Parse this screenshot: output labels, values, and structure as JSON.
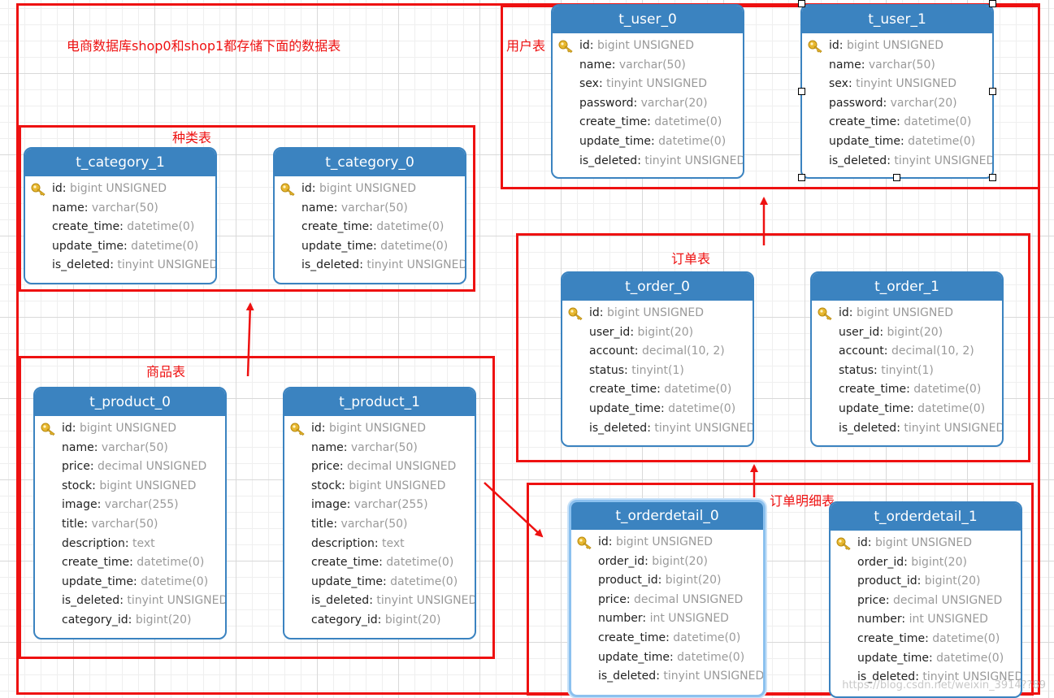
{
  "title": "电商数据库shop0和shop1都存储下面的数据表",
  "groups": {
    "user": "用户表",
    "category": "种类表",
    "order": "订单表",
    "product": "商品表",
    "orderdetail": "订单明细表"
  },
  "tables": {
    "user_0": {
      "name": "t_user_0",
      "fields": [
        {
          "n": "id",
          "t": "bigint UNSIGNED"
        },
        {
          "n": "name",
          "t": "varchar(50)"
        },
        {
          "n": "sex",
          "t": "tinyint UNSIGNED"
        },
        {
          "n": "password",
          "t": "varchar(20)"
        },
        {
          "n": "create_time",
          "t": "datetime(0)"
        },
        {
          "n": "update_time",
          "t": "datetime(0)"
        },
        {
          "n": "is_deleted",
          "t": "tinyint UNSIGNED"
        }
      ]
    },
    "user_1": {
      "name": "t_user_1",
      "fields": [
        {
          "n": "id",
          "t": "bigint UNSIGNED"
        },
        {
          "n": "name",
          "t": "varchar(50)"
        },
        {
          "n": "sex",
          "t": "tinyint UNSIGNED"
        },
        {
          "n": "password",
          "t": "varchar(20)"
        },
        {
          "n": "create_time",
          "t": "datetime(0)"
        },
        {
          "n": "update_time",
          "t": "datetime(0)"
        },
        {
          "n": "is_deleted",
          "t": "tinyint UNSIGNED"
        }
      ]
    },
    "category_1": {
      "name": "t_category_1",
      "fields": [
        {
          "n": "id",
          "t": "bigint UNSIGNED"
        },
        {
          "n": "name",
          "t": "varchar(50)"
        },
        {
          "n": "create_time",
          "t": "datetime(0)"
        },
        {
          "n": "update_time",
          "t": "datetime(0)"
        },
        {
          "n": "is_deleted",
          "t": "tinyint UNSIGNED"
        }
      ]
    },
    "category_0": {
      "name": "t_category_0",
      "fields": [
        {
          "n": "id",
          "t": "bigint UNSIGNED"
        },
        {
          "n": "name",
          "t": "varchar(50)"
        },
        {
          "n": "create_time",
          "t": "datetime(0)"
        },
        {
          "n": "update_time",
          "t": "datetime(0)"
        },
        {
          "n": "is_deleted",
          "t": "tinyint UNSIGNED"
        }
      ]
    },
    "order_0": {
      "name": "t_order_0",
      "fields": [
        {
          "n": "id",
          "t": "bigint UNSIGNED"
        },
        {
          "n": "user_id",
          "t": "bigint(20)"
        },
        {
          "n": "account",
          "t": "decimal(10, 2)"
        },
        {
          "n": "status",
          "t": "tinyint(1)"
        },
        {
          "n": "create_time",
          "t": "datetime(0)"
        },
        {
          "n": "update_time",
          "t": "datetime(0)"
        },
        {
          "n": "is_deleted",
          "t": "tinyint UNSIGNED"
        }
      ]
    },
    "order_1": {
      "name": "t_order_1",
      "fields": [
        {
          "n": "id",
          "t": "bigint UNSIGNED"
        },
        {
          "n": "user_id",
          "t": "bigint(20)"
        },
        {
          "n": "account",
          "t": "decimal(10, 2)"
        },
        {
          "n": "status",
          "t": "tinyint(1)"
        },
        {
          "n": "create_time",
          "t": "datetime(0)"
        },
        {
          "n": "update_time",
          "t": "datetime(0)"
        },
        {
          "n": "is_deleted",
          "t": "tinyint UNSIGNED"
        }
      ]
    },
    "product_0": {
      "name": "t_product_0",
      "fields": [
        {
          "n": "id",
          "t": "bigint UNSIGNED"
        },
        {
          "n": "name",
          "t": "varchar(50)"
        },
        {
          "n": "price",
          "t": "decimal UNSIGNED"
        },
        {
          "n": "stock",
          "t": "bigint UNSIGNED"
        },
        {
          "n": "image",
          "t": "varchar(255)"
        },
        {
          "n": "title",
          "t": "varchar(50)"
        },
        {
          "n": "description",
          "t": "text"
        },
        {
          "n": "create_time",
          "t": "datetime(0)"
        },
        {
          "n": "update_time",
          "t": "datetime(0)"
        },
        {
          "n": "is_deleted",
          "t": "tinyint UNSIGNED"
        },
        {
          "n": "category_id",
          "t": "bigint(20)"
        }
      ]
    },
    "product_1": {
      "name": "t_product_1",
      "fields": [
        {
          "n": "id",
          "t": "bigint UNSIGNED"
        },
        {
          "n": "name",
          "t": "varchar(50)"
        },
        {
          "n": "price",
          "t": "decimal UNSIGNED"
        },
        {
          "n": "stock",
          "t": "bigint UNSIGNED"
        },
        {
          "n": "image",
          "t": "varchar(255)"
        },
        {
          "n": "title",
          "t": "varchar(50)"
        },
        {
          "n": "description",
          "t": "text"
        },
        {
          "n": "create_time",
          "t": "datetime(0)"
        },
        {
          "n": "update_time",
          "t": "datetime(0)"
        },
        {
          "n": "is_deleted",
          "t": "tinyint UNSIGNED"
        },
        {
          "n": "category_id",
          "t": "bigint(20)"
        }
      ]
    },
    "orderdetail_0": {
      "name": "t_orderdetail_0",
      "fields": [
        {
          "n": "id",
          "t": "bigint UNSIGNED"
        },
        {
          "n": "order_id",
          "t": "bigint(20)"
        },
        {
          "n": "product_id",
          "t": "bigint(20)"
        },
        {
          "n": "price",
          "t": "decimal UNSIGNED"
        },
        {
          "n": "number",
          "t": "int UNSIGNED"
        },
        {
          "n": "create_time",
          "t": "datetime(0)"
        },
        {
          "n": "update_time",
          "t": "datetime(0)"
        },
        {
          "n": "is_deleted",
          "t": "tinyint UNSIGNED"
        }
      ]
    },
    "orderdetail_1": {
      "name": "t_orderdetail_1",
      "fields": [
        {
          "n": "id",
          "t": "bigint UNSIGNED"
        },
        {
          "n": "order_id",
          "t": "bigint(20)"
        },
        {
          "n": "product_id",
          "t": "bigint(20)"
        },
        {
          "n": "price",
          "t": "decimal UNSIGNED"
        },
        {
          "n": "number",
          "t": "int UNSIGNED"
        },
        {
          "n": "create_time",
          "t": "datetime(0)"
        },
        {
          "n": "update_time",
          "t": "datetime(0)"
        },
        {
          "n": "is_deleted",
          "t": "tinyint UNSIGNED"
        }
      ]
    }
  },
  "watermark": "https://blog.csdn.net/weixin_3914??89",
  "colors": {
    "accent": "#3b83c0",
    "annotation": "#ee1111"
  }
}
